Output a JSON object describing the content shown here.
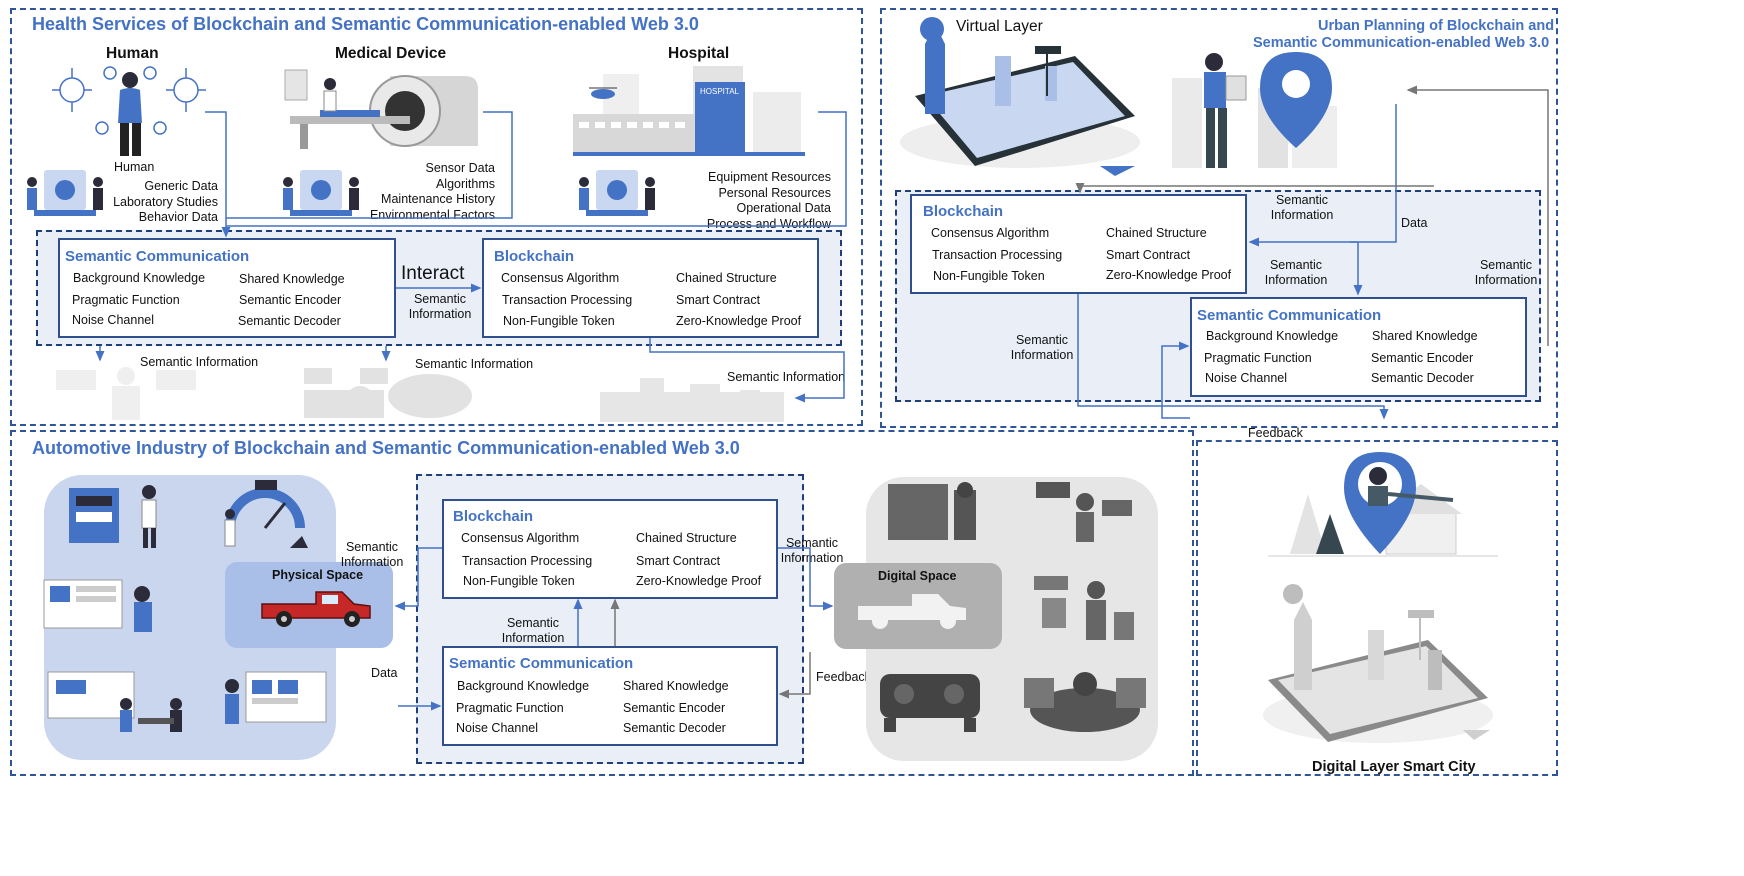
{
  "health": {
    "title": "Health Services of Blockchain and Semantic Communication-enabled Web 3.0",
    "human": {
      "heading": "Human",
      "sub": "Human",
      "data": [
        "Generic Data",
        "Laboratory Studies",
        "Behavior Data"
      ]
    },
    "device": {
      "heading": "Medical Device",
      "data": [
        "Sensor Data",
        "Algorithms",
        "Maintenance History",
        "Environmental Factors"
      ]
    },
    "hospital": {
      "heading": "Hospital",
      "data": [
        "Equipment Resources",
        "Personal Resources",
        "Operational Data",
        "Process and Workflow"
      ]
    },
    "interact": "Interact",
    "arrow_label": "Semantic Information",
    "out_labels": [
      "Semantic Information",
      "Semantic Information",
      "Semantic Information"
    ]
  },
  "semcom": {
    "title": "Semantic Communication",
    "left": [
      "Background Knowledge",
      "Pragmatic Function",
      "Noise Channel"
    ],
    "right": [
      "Shared Knowledge",
      "Semantic Encoder",
      "Semantic Decoder"
    ]
  },
  "blockchain": {
    "title": "Blockchain",
    "left": [
      "Consensus Algorithm",
      "Transaction Processing",
      "Non-Fungible Token"
    ],
    "right": [
      "Chained Structure",
      "Smart Contract",
      "Zero-Knowledge Proof"
    ]
  },
  "urban": {
    "title_line1": "Urban Planning of Blockchain and",
    "title_line2": "Semantic Communication-enabled Web 3.0",
    "virtual_layer": "Virtual Layer",
    "semantic_info": "Semantic Information",
    "data": "Data",
    "feedback": "Feedback",
    "digital_layer": "Digital Layer Smart City"
  },
  "auto": {
    "title": "Automotive Industry of Blockchain and Semantic Communication-enabled Web 3.0",
    "physical_space": "Physical Space",
    "digital_space": "Digital Space",
    "semantic_info": "Semantic Information",
    "data": "Data",
    "feedback": "Feedback"
  },
  "colors": {
    "panel_border": "#2f5597",
    "title_blue": "#4472c4",
    "inner_bg": "#e9eef7",
    "arrow": "#4472c4"
  }
}
